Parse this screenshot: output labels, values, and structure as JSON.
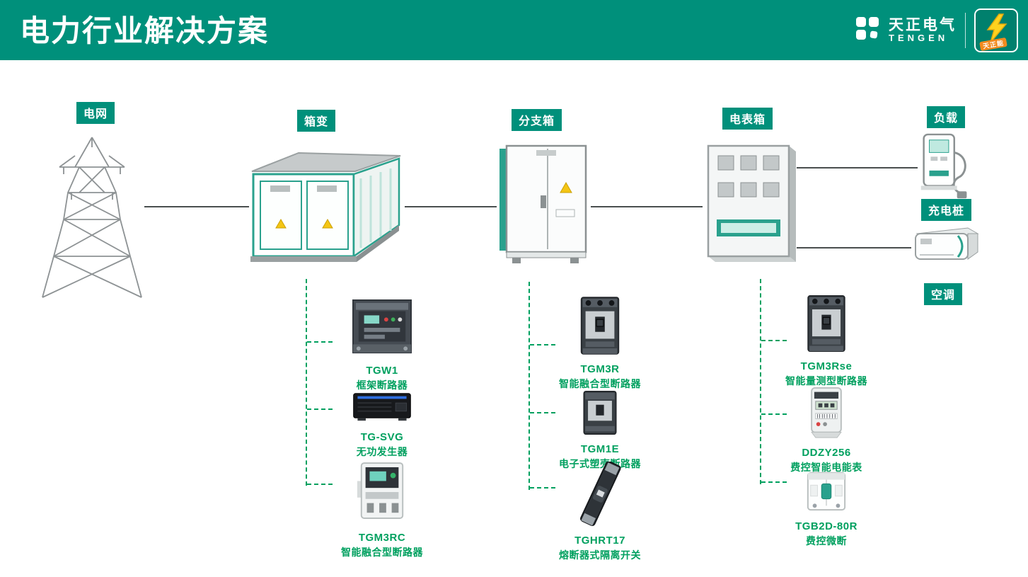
{
  "header": {
    "title": "电力行业解决方案",
    "brand": {
      "name_cn": "天正电气",
      "name_en": "TENGEN",
      "mascot": "天正能"
    }
  },
  "labels": {
    "grid": "电网",
    "transformer": "箱变",
    "branch_box": "分支箱",
    "meter_box": "电表箱",
    "load": "负载",
    "charger": "充电桩",
    "air_conditioner": "空调"
  },
  "products": [
    {
      "source": "箱变",
      "items": [
        {
          "name": "TGW1",
          "desc": "框架断路器"
        },
        {
          "name": "TG-SVG",
          "desc": "无功发生器"
        },
        {
          "name": "TGM3RC",
          "desc": "智能融合型断路器"
        }
      ]
    },
    {
      "source": "分支箱",
      "items": [
        {
          "name": "TGM3R",
          "desc": "智能融合型断路器"
        },
        {
          "name": "TGM1E",
          "desc": "电子式塑壳断路器"
        },
        {
          "name": "TGHRT17",
          "desc": "熔断器式隔离开关"
        }
      ]
    },
    {
      "source": "电表箱",
      "items": [
        {
          "name": "TGM3Rse",
          "desc": "智能量测型断路器"
        },
        {
          "name": "DDZY256",
          "desc": "费控智能电能表"
        },
        {
          "name": "TGB2D-80R",
          "desc": "费控微断"
        }
      ]
    }
  ],
  "colors": {
    "brand_teal": "#00907B",
    "product_green": "#00A05F",
    "line_gray": "#4A4F4F"
  }
}
